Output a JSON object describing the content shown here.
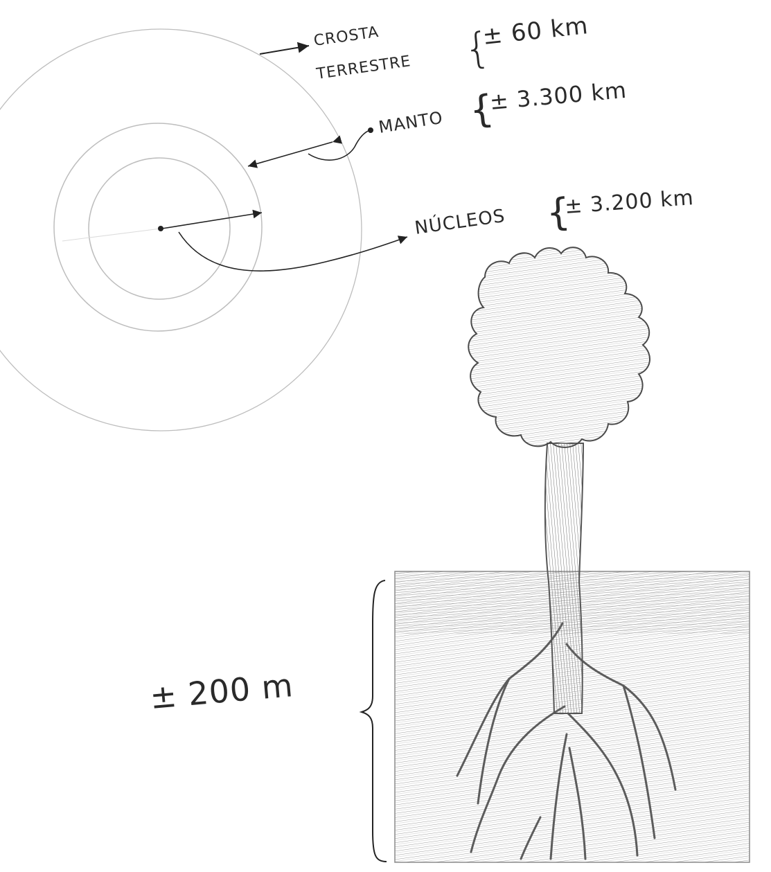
{
  "earth_diagram": {
    "crust": {
      "label_line1": "CROSTA",
      "label_line2": "TERRESTRE",
      "thickness": "± 60 km"
    },
    "mantle": {
      "label": "MANTO",
      "thickness": "± 3.300 km"
    },
    "core": {
      "label": "NÚCLEOS",
      "thickness": "± 3.200 km"
    }
  },
  "tree_diagram": {
    "root_depth": "± 200 m"
  }
}
